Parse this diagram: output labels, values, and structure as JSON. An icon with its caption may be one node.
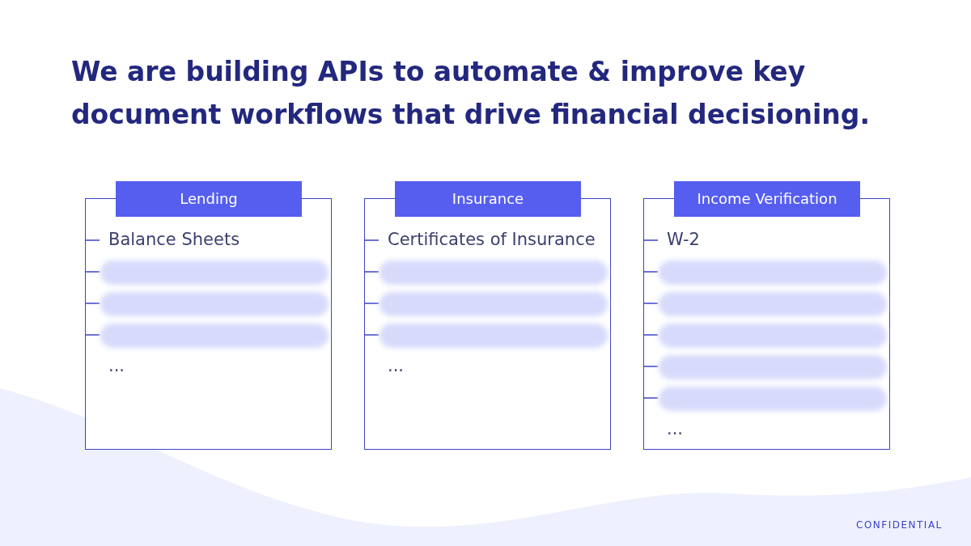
{
  "diagram": {
    "title": "We are building APIs to automate & improve key document workflows that drive financial decisioning.",
    "nodes": [
      {
        "text": [
          "Lending"
        ]
      },
      {
        "text": [],
        "shape": "bar",
        "in": 0
      },
      {
        "text": [],
        "shape": "bar",
        "in": 0
      },
      {
        "text": [],
        "shape": "bar",
        "in": 0
      },
      {
        "text": [
          "Insurance"
        ]
      },
      {
        "text": [],
        "shape": "bar",
        "in": 4
      },
      {
        "text": [],
        "shape": "bar",
        "in": 4
      },
      {
        "text": [],
        "shape": "bar",
        "in": 4
      },
      {
        "text": [
          "Income Verification"
        ]
      },
      {
        "text": [],
        "shape": "bar",
        "in": 8
      },
      {
        "text": [],
        "shape": "bar",
        "in": 8
      },
      {
        "text": [],
        "shape": "bar",
        "in": 8
      },
      {
        "text": [],
        "shape": "bar",
        "in": 8
      },
      {
        "text": [],
        "shape": "bar",
        "in": 8
      }
    ],
    "edges": [],
    "labels": [
      "Balance Sheets",
      "...",
      "Certificates of Insurance",
      "...",
      "W-2",
      "...",
      "CONFIDENTIAL"
    ]
  }
}
